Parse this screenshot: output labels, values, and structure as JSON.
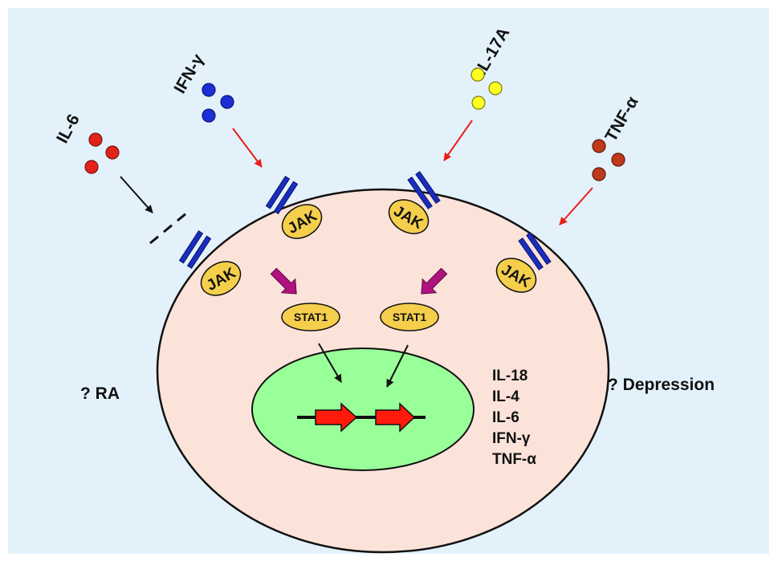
{
  "colors": {
    "background": "#e3f1fb",
    "cell": "#fbe3da",
    "nucleus": "#99ff99",
    "receptor": "#1a2dbf",
    "jak": "#f5cf4c",
    "il6_dots": "#e3231a",
    "ifn_dots": "#1c2fd6",
    "il17_dots": "#ffff22",
    "tnf_dots": "#c0391b",
    "signal_arrow_red": "#e8201b",
    "signal_arrow_magenta": "#b0127f",
    "gene_arrow": "#ff1a0c"
  },
  "cytokines": [
    {
      "id": "il6",
      "label": "IL-6",
      "dot_color": "#e3231a"
    },
    {
      "id": "ifng",
      "label": "IFN-γ",
      "dot_color": "#1c2fd6"
    },
    {
      "id": "il17a",
      "label": "IL-17A",
      "dot_color": "#ffff22"
    },
    {
      "id": "tnfa",
      "label": "TNF-α",
      "dot_color": "#c0391b"
    }
  ],
  "jak_label": "JAK",
  "stat_label": "STAT1",
  "left_side_label": "? RA",
  "right_side_label": "? Depression",
  "genes": [
    "IL-18",
    "IL-4",
    "IL-6",
    "IFN-γ",
    "TNF-α"
  ]
}
